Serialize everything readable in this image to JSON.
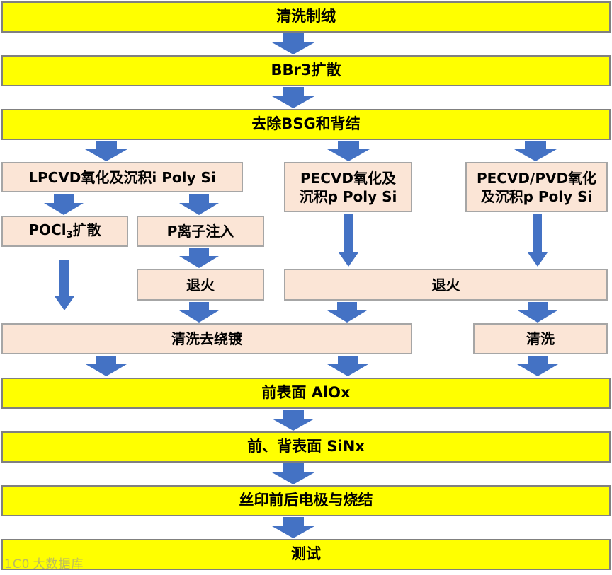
{
  "steps": {
    "s1": "清洗制绒",
    "s2": "BBr3扩散",
    "s3": "去除BSG和背结",
    "lp": "LPCVD氧化及沉积i Poly Si",
    "pe_line1": "PECVD氧化及",
    "pe_line2": "沉积p Poly Si",
    "pv_line1": "PECVD/PVD氧化",
    "pv_line2": "及沉积p Poly Si",
    "pocl_main": "POCl",
    "pocl_sub": "3",
    "pocl_tail": "扩散",
    "pion": "P离子注入",
    "anneal_left": "退火",
    "anneal_right": "退火",
    "clean_wrap": "清洗去绕镀",
    "clean_right": "清洗",
    "front_aiox": "前表面 AlOx",
    "sinx": "前、背表面 SiNx",
    "print": "丝印前后电极与烧结",
    "test": "测试"
  },
  "watermark": {
    "logo": "1C0",
    "text": "大数据库"
  },
  "colors": {
    "main_fill": "#ffff00",
    "branch_fill": "#fbe5d6",
    "arrow": "#4472c4"
  }
}
